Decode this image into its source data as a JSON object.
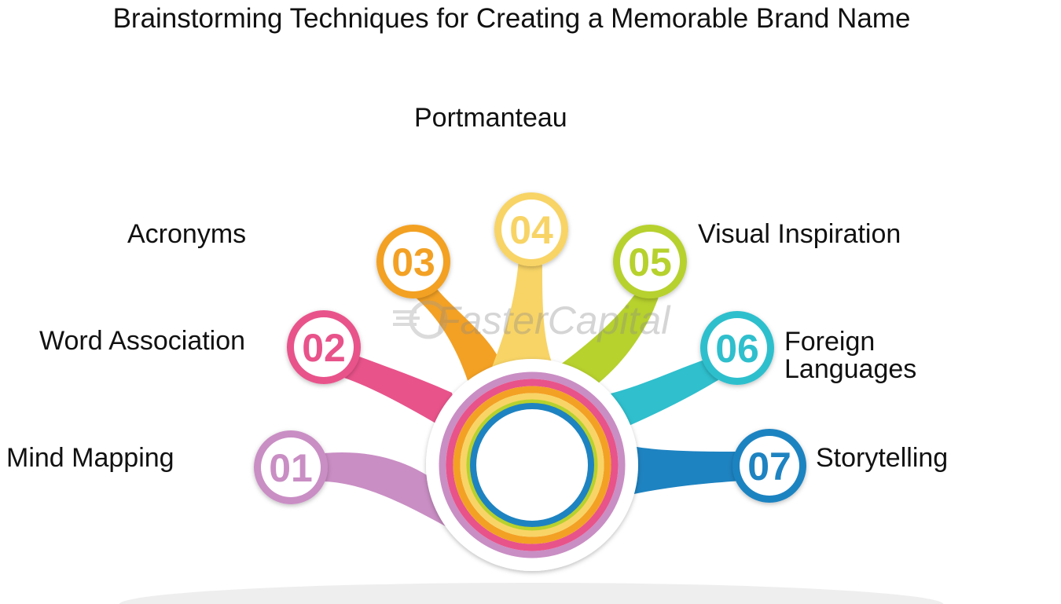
{
  "title": "Brainstorming Techniques for Creating a Memorable Brand Name",
  "watermark": "FasterCapital",
  "steps": [
    {
      "number": "01",
      "label": "Mind Mapping",
      "color": "#c98ec4"
    },
    {
      "number": "02",
      "label": "Word Association",
      "color": "#e8538a"
    },
    {
      "number": "03",
      "label": "Acronyms",
      "color": "#f3a124"
    },
    {
      "number": "04",
      "label": "Portmanteau",
      "color": "#f8d466"
    },
    {
      "number": "05",
      "label": "Visual Inspiration",
      "color": "#b7d12d"
    },
    {
      "number": "06",
      "label": "Foreign",
      "label_line2": "Languages",
      "color": "#2fbfcd"
    },
    {
      "number": "07",
      "label": "Storytelling",
      "color": "#1e83c1"
    }
  ],
  "ring_colors": [
    "#c98ec4",
    "#e8538a",
    "#f3a124",
    "#f8d466",
    "#b7d12d",
    "#2fbfcd",
    "#1e83c1"
  ]
}
